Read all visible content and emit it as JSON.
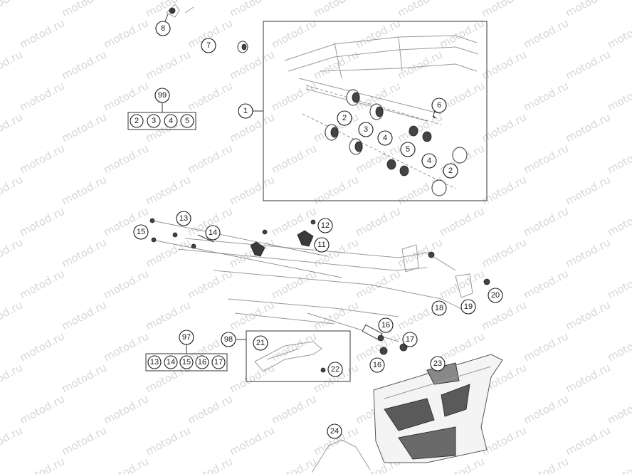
{
  "watermark": "motod.ru",
  "callouts": {
    "c8": "8",
    "c7": "7",
    "c99": "99",
    "g99_2": "2",
    "g99_3": "3",
    "g99_4": "4",
    "g99_5": "5",
    "c1": "1",
    "c6": "6",
    "d2a": "2",
    "d3": "3",
    "d4a": "4",
    "d5": "5",
    "d4b": "4",
    "d2b": "2",
    "c13": "13",
    "c15": "15",
    "c14": "14",
    "c12": "12",
    "c11": "11",
    "c18": "18",
    "c19": "19",
    "c20": "20",
    "c16a": "16",
    "c17": "17",
    "c16b": "16",
    "c97": "97",
    "g97_13": "13",
    "g97_14": "14",
    "g97_15": "15",
    "g97_16": "16",
    "g97_17": "17",
    "c98": "98",
    "c21": "21",
    "c22": "22",
    "c23": "23",
    "c24": "24"
  },
  "colors": {
    "ink": "#1a1a1a",
    "watermark": "#d6d6d6",
    "part_line": "#9a9a9a"
  },
  "icons": {
    "bushing": "bushing-icon",
    "nut": "nut-icon",
    "clamp": "clamp-icon",
    "chain-guide": "chain-guide-icon",
    "chain-guard": "chain-guard-icon",
    "swingarm": "swingarm-icon",
    "pivot-shaft": "pivot-shaft-icon"
  }
}
